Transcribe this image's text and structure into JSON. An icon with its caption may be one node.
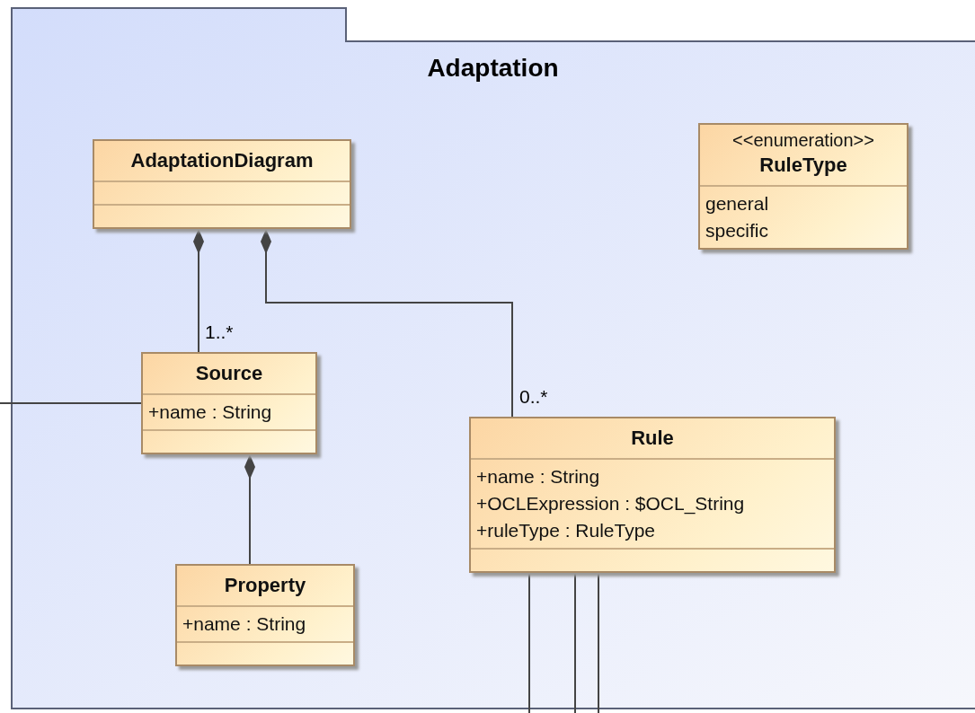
{
  "diagram": {
    "nodes": [
      {
        "text": [
          "Adaptation"
        ]
      },
      {
        "text": [
          "AdaptationDiagram"
        ],
        "in": 0
      },
      {
        "text": [
          "<<enumeration>>",
          "RuleType",
          "general",
          "specific"
        ],
        "in": 0
      },
      {
        "text": [
          "Source",
          "+name : String"
        ],
        "in": 0
      },
      {
        "text": [
          "Rule",
          "+name : String",
          "+OCLExpression : $OCL_String",
          "+ruleType : RuleType"
        ],
        "in": 0
      },
      {
        "text": [
          "Property",
          "+name : String"
        ],
        "in": 0
      }
    ],
    "edges": [
      {
        "from": 1,
        "to": 3,
        "arrow": "other",
        "label": "1..*"
      },
      {
        "from": 1,
        "to": 4,
        "arrow": "other",
        "label": "0..*"
      },
      {
        "from": 3,
        "to": 5,
        "arrow": "other"
      },
      {
        "from": null,
        "to": 3,
        "arrow": "none"
      },
      {
        "from": 4,
        "to": null,
        "arrow": "none"
      },
      {
        "from": 4,
        "to": null,
        "arrow": "none"
      },
      {
        "from": 4,
        "to": null,
        "arrow": "none"
      }
    ]
  }
}
